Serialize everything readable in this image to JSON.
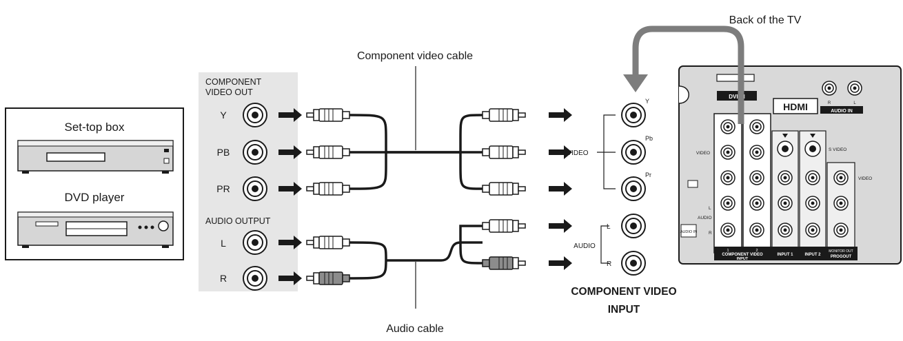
{
  "labels": {
    "back_of_tv": "Back of the TV",
    "component_video_cable": "Component video cable",
    "audio_cable": "Audio cable",
    "set_top_box": "Set-top box",
    "dvd_player": "DVD player",
    "component_video_out_line1": "COMPONENT",
    "component_video_out_line2": "VIDEO OUT",
    "audio_output": "AUDIO OUTPUT",
    "jack_y": "Y",
    "jack_pb": "PB",
    "jack_pr": "PR",
    "jack_l": "L",
    "jack_r": "R",
    "video_group": "VIDEO",
    "audio_group": "AUDIO",
    "tv_y": "Y",
    "tv_pb": "Pb",
    "tv_pr": "Pr",
    "tv_l": "L",
    "tv_r": "R",
    "component_video_input_line1": "COMPONENT VIDEO",
    "component_video_input_line2": "INPUT"
  },
  "tv_panel": {
    "dvi_in": "DVI IN",
    "hdmi": "HDMI",
    "audio_in": "AUDIO IN",
    "audio_in_r": "R",
    "audio_in_l": "L",
    "video_left": "VIDEO",
    "s_video": "S VIDEO",
    "video_right": "VIDEO",
    "audio_left_l": "L",
    "audio_left": "AUDIO",
    "audio_left_r": "R",
    "audio_in_small": "AUDIO IN",
    "bottom_1": "1",
    "bottom_2": "2",
    "bottom_component_video": "COMPONENT VIDEO",
    "bottom_input": "INPUT",
    "bottom_input1": "INPUT 1",
    "bottom_input2": "INPUT 2",
    "bottom_monitor_out": "MONITOR OUT",
    "bottom_progout": "PROGOUT"
  },
  "colors": {
    "panel_bg": "#e6e6e6",
    "tv_bg": "#d9d9d9",
    "line": "#1a1a1a",
    "arrow_gray": "#7d7d7d",
    "red_plug": "#8c8c8c"
  }
}
